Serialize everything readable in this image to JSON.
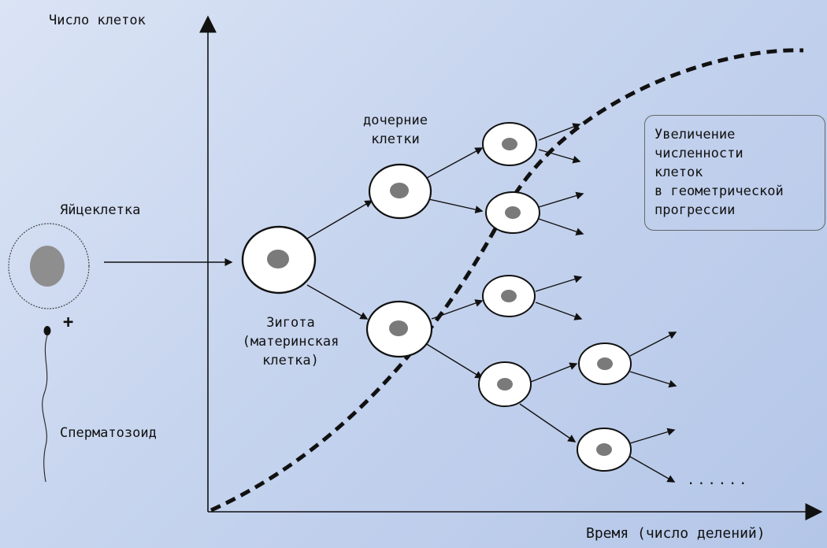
{
  "axes": {
    "y_label": "Число клеток",
    "x_label": "Время (число делений)"
  },
  "labels": {
    "egg": "Яйцеклетка",
    "plus": "+",
    "sperm": "Сперматозоид",
    "zygote": [
      "Зигота",
      "(материнская",
      "клетка)"
    ],
    "daughter": [
      "дочерние",
      "клетки"
    ],
    "continuation": "......"
  },
  "callout": {
    "lines": [
      "Увеличение",
      "численности",
      "клеток",
      "в геометрической",
      "прогрессии"
    ]
  },
  "colors": {
    "background": "#c6d4ee",
    "ink": "#111111",
    "cell_fill": "#ffffff",
    "nucleus": "#7a7a7a",
    "egg_nucleus": "#8e8e8e"
  }
}
